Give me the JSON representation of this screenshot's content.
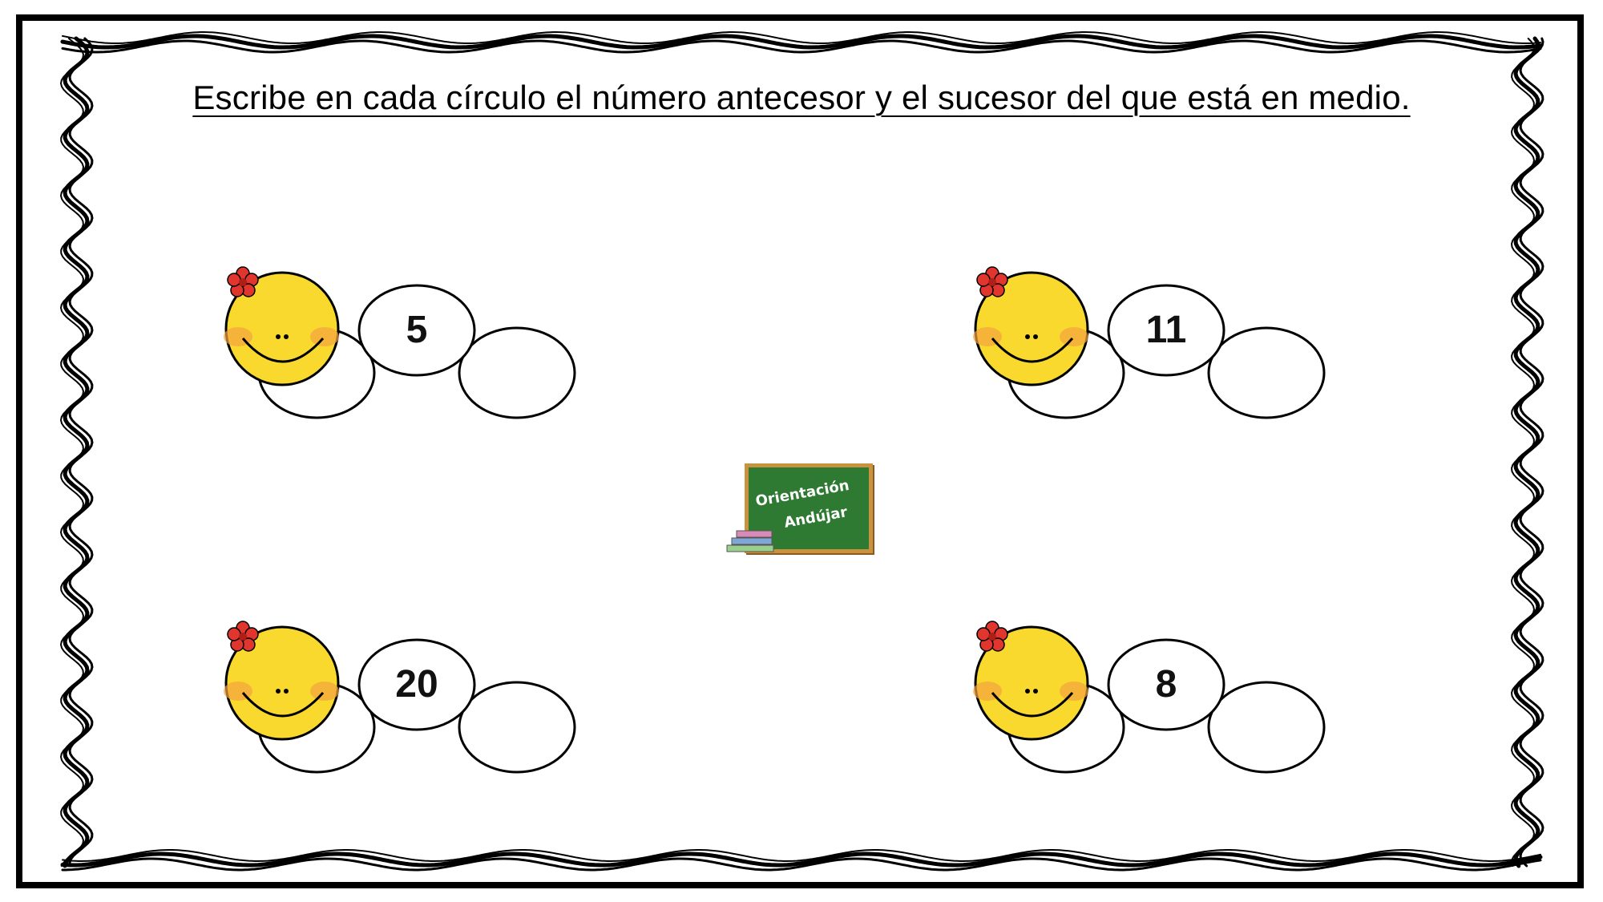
{
  "instruction": "Escribe en cada círculo el número antecesor y el sucesor del que está en medio.",
  "caterpillars": [
    {
      "middle_number": "5"
    },
    {
      "middle_number": "11"
    },
    {
      "middle_number": "20"
    },
    {
      "middle_number": "8"
    }
  ],
  "logo": {
    "line1": "Orientación",
    "line2": "Andújar"
  },
  "colors": {
    "face": "#f9d92e",
    "cheek": "#f4a340",
    "flower": "#e0362d",
    "board": "#2f7a33",
    "board_frame": "#c8923e",
    "ink": "#000000"
  }
}
